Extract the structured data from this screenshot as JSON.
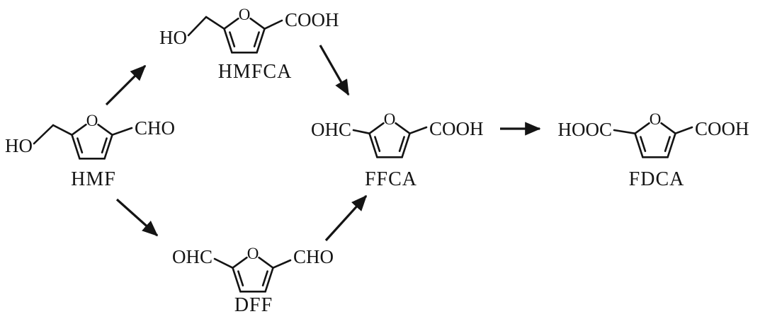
{
  "figure": {
    "background": "#ffffff",
    "ink": "#141414",
    "molecules": [
      {
        "id": "hmf",
        "name": "HMF",
        "left_group": "HO",
        "right_group": "CHO",
        "ring_atom": "O"
      },
      {
        "id": "hmfca",
        "name": "HMFCA",
        "left_group": "HO",
        "right_group": "COOH",
        "ring_atom": "O"
      },
      {
        "id": "dff",
        "name": "DFF",
        "left_group": "OHC",
        "right_group": "CHO",
        "ring_atom": "O"
      },
      {
        "id": "ffca",
        "name": "FFCA",
        "left_group": "OHC",
        "right_group": "COOH",
        "ring_atom": "O"
      },
      {
        "id": "fdca",
        "name": "FDCA",
        "left_group": "HOOC",
        "right_group": "COOH",
        "ring_atom": "O"
      }
    ],
    "arrows": [
      {
        "from": "HMF",
        "to": "HMFCA"
      },
      {
        "from": "HMF",
        "to": "DFF"
      },
      {
        "from": "HMFCA",
        "to": "FFCA"
      },
      {
        "from": "DFF",
        "to": "FFCA"
      },
      {
        "from": "FFCA",
        "to": "FDCA"
      }
    ]
  }
}
